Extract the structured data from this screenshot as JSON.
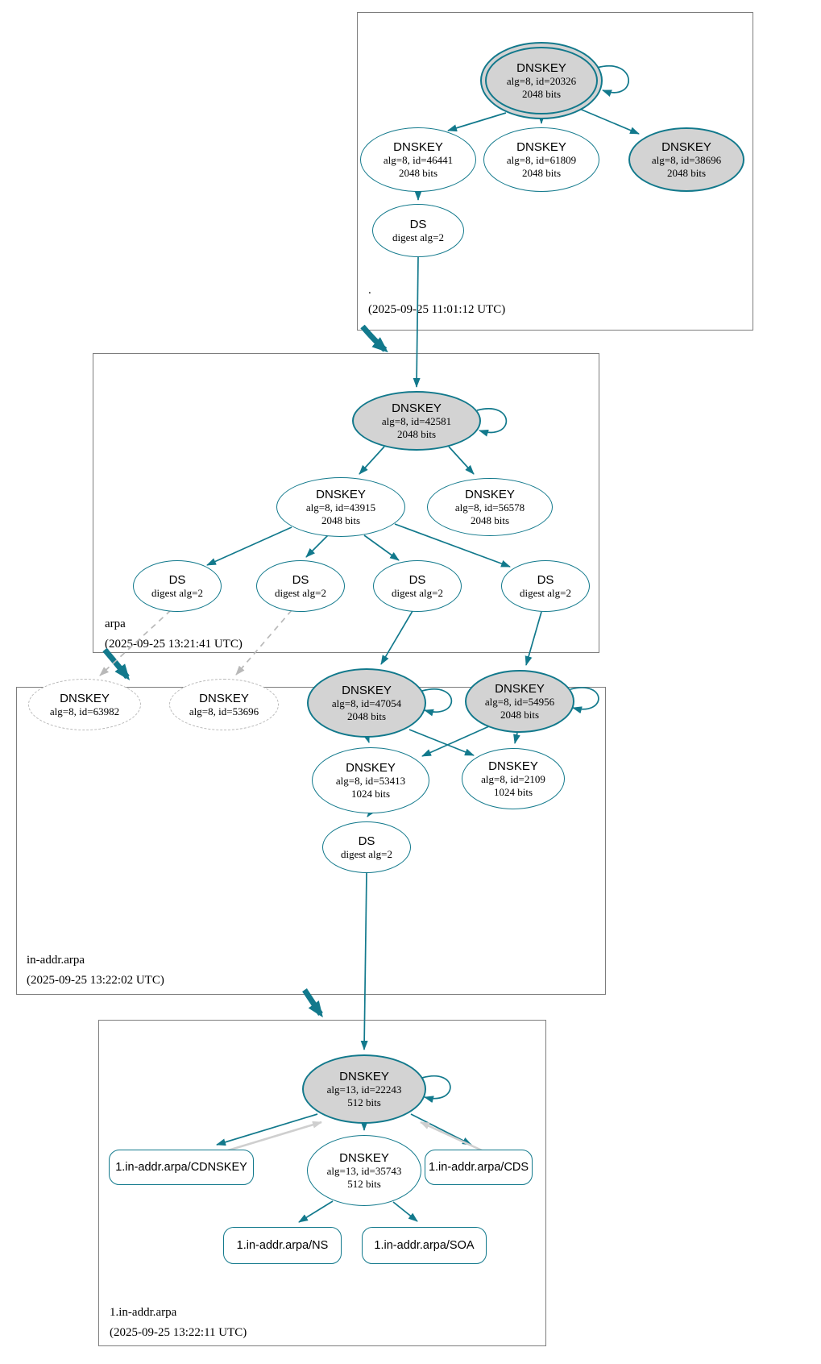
{
  "colors": {
    "edge_teal": "#12798c",
    "trusted_fill": "#d3d3d3",
    "dashed_gray": "#b9b9b9",
    "return_edge_gray": "#cfcfcf",
    "zone_border_gray": "#7d7d7d"
  },
  "zones": {
    "root": {
      "label": ".",
      "timestamp": "(2025-09-25 11:01:12 UTC)"
    },
    "arpa": {
      "label": "arpa",
      "timestamp": "(2025-09-25 13:21:41 UTC)"
    },
    "in_addr_arpa": {
      "label": "in-addr.arpa",
      "timestamp": "(2025-09-25 13:22:02 UTC)"
    },
    "one_in_addr_arpa": {
      "label": "1.in-addr.arpa",
      "timestamp": "(2025-09-25 13:22:11 UTC)"
    }
  },
  "nodes": {
    "root_ksk_20326": {
      "title": "DNSKEY",
      "detail": "alg=8, id=20326",
      "bits": "2048 bits"
    },
    "root_zsk_46441": {
      "title": "DNSKEY",
      "detail": "alg=8, id=46441",
      "bits": "2048 bits"
    },
    "root_zsk_61809": {
      "title": "DNSKEY",
      "detail": "alg=8, id=61809",
      "bits": "2048 bits"
    },
    "root_ksk_38696": {
      "title": "DNSKEY",
      "detail": "alg=8, id=38696",
      "bits": "2048 bits"
    },
    "root_ds": {
      "title": "DS",
      "detail": "digest alg=2"
    },
    "arpa_ksk_42581": {
      "title": "DNSKEY",
      "detail": "alg=8, id=42581",
      "bits": "2048 bits"
    },
    "arpa_zsk_43915": {
      "title": "DNSKEY",
      "detail": "alg=8, id=43915",
      "bits": "2048 bits"
    },
    "arpa_zsk_56578": {
      "title": "DNSKEY",
      "detail": "alg=8, id=56578",
      "bits": "2048 bits"
    },
    "arpa_ds_1": {
      "title": "DS",
      "detail": "digest alg=2"
    },
    "arpa_ds_2": {
      "title": "DS",
      "detail": "digest alg=2"
    },
    "arpa_ds_3": {
      "title": "DS",
      "detail": "digest alg=2"
    },
    "arpa_ds_4": {
      "title": "DS",
      "detail": "digest alg=2"
    },
    "ia_dnskey_63982": {
      "title": "DNSKEY",
      "detail": "alg=8, id=63982"
    },
    "ia_dnskey_53696": {
      "title": "DNSKEY",
      "detail": "alg=8, id=53696"
    },
    "ia_ksk_47054": {
      "title": "DNSKEY",
      "detail": "alg=8, id=47054",
      "bits": "2048 bits"
    },
    "ia_ksk_54956": {
      "title": "DNSKEY",
      "detail": "alg=8, id=54956",
      "bits": "2048 bits"
    },
    "ia_zsk_53413": {
      "title": "DNSKEY",
      "detail": "alg=8, id=53413",
      "bits": "1024 bits"
    },
    "ia_zsk_2109": {
      "title": "DNSKEY",
      "detail": "alg=8, id=2109",
      "bits": "1024 bits"
    },
    "ia_ds": {
      "title": "DS",
      "detail": "digest alg=2"
    },
    "one_ksk_22243": {
      "title": "DNSKEY",
      "detail": "alg=13, id=22243",
      "bits": "512 bits"
    },
    "one_zsk_35743": {
      "title": "DNSKEY",
      "detail": "alg=13, id=35743",
      "bits": "512 bits"
    },
    "one_cdnskey": {
      "label": "1.in-addr.arpa/CDNSKEY"
    },
    "one_cds": {
      "label": "1.in-addr.arpa/CDS"
    },
    "one_ns": {
      "label": "1.in-addr.arpa/NS"
    },
    "one_soa": {
      "label": "1.in-addr.arpa/SOA"
    }
  }
}
